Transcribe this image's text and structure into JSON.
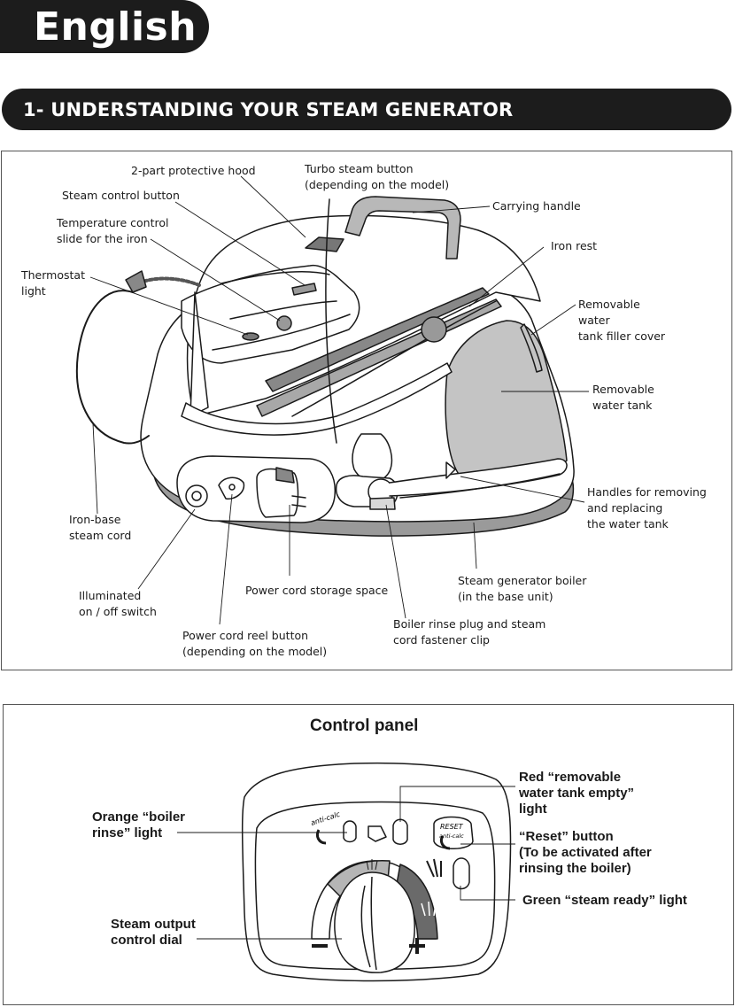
{
  "header": {
    "language": "English"
  },
  "section": {
    "title": "1- UNDERSTANDING YOUR STEAM GENERATOR"
  },
  "diagram": {
    "labels": {
      "protective_hood": "2-part protective hood",
      "turbo_steam": [
        "Turbo steam button",
        "(depending on the model)"
      ],
      "steam_control": "Steam control button",
      "carrying_handle": "Carrying handle",
      "temperature_slide": [
        "Temperature control",
        "slide for the iron"
      ],
      "iron_rest": "Iron rest",
      "thermostat_light": [
        "Thermostat",
        "light"
      ],
      "filler_cover": [
        "Removable",
        "water",
        "tank filler cover"
      ],
      "water_tank": [
        "Removable",
        "water tank"
      ],
      "tank_handles": [
        "Handles for removing",
        "and replacing",
        "the water tank"
      ],
      "steam_cord": [
        "Iron-base",
        "steam cord"
      ],
      "boiler": [
        "Steam generator boiler",
        "(in the base unit)"
      ],
      "on_off_switch": [
        "Illuminated",
        "on / off switch"
      ],
      "cord_storage": "Power cord storage space",
      "rinse_plug": [
        "Boiler rinse plug and steam",
        "cord fastener clip"
      ],
      "cord_reel": [
        "Power cord reel button",
        "(depending on the model)"
      ]
    }
  },
  "control_panel": {
    "title": "Control panel",
    "labels": {
      "red_light": [
        "Red “removable",
        "water tank empty”",
        "light"
      ],
      "orange_light": [
        "Orange “boiler",
        "rinse” light"
      ],
      "reset_button": [
        "“Reset” button",
        "(To be activated after",
        "rinsing the boiler)"
      ],
      "green_light": "Green “steam ready” light",
      "dial": [
        "Steam output",
        "control dial"
      ]
    },
    "panel_marks": {
      "anti_calc": "anti-calc",
      "reset": "RESET",
      "minus": "−",
      "plus": "+"
    }
  }
}
